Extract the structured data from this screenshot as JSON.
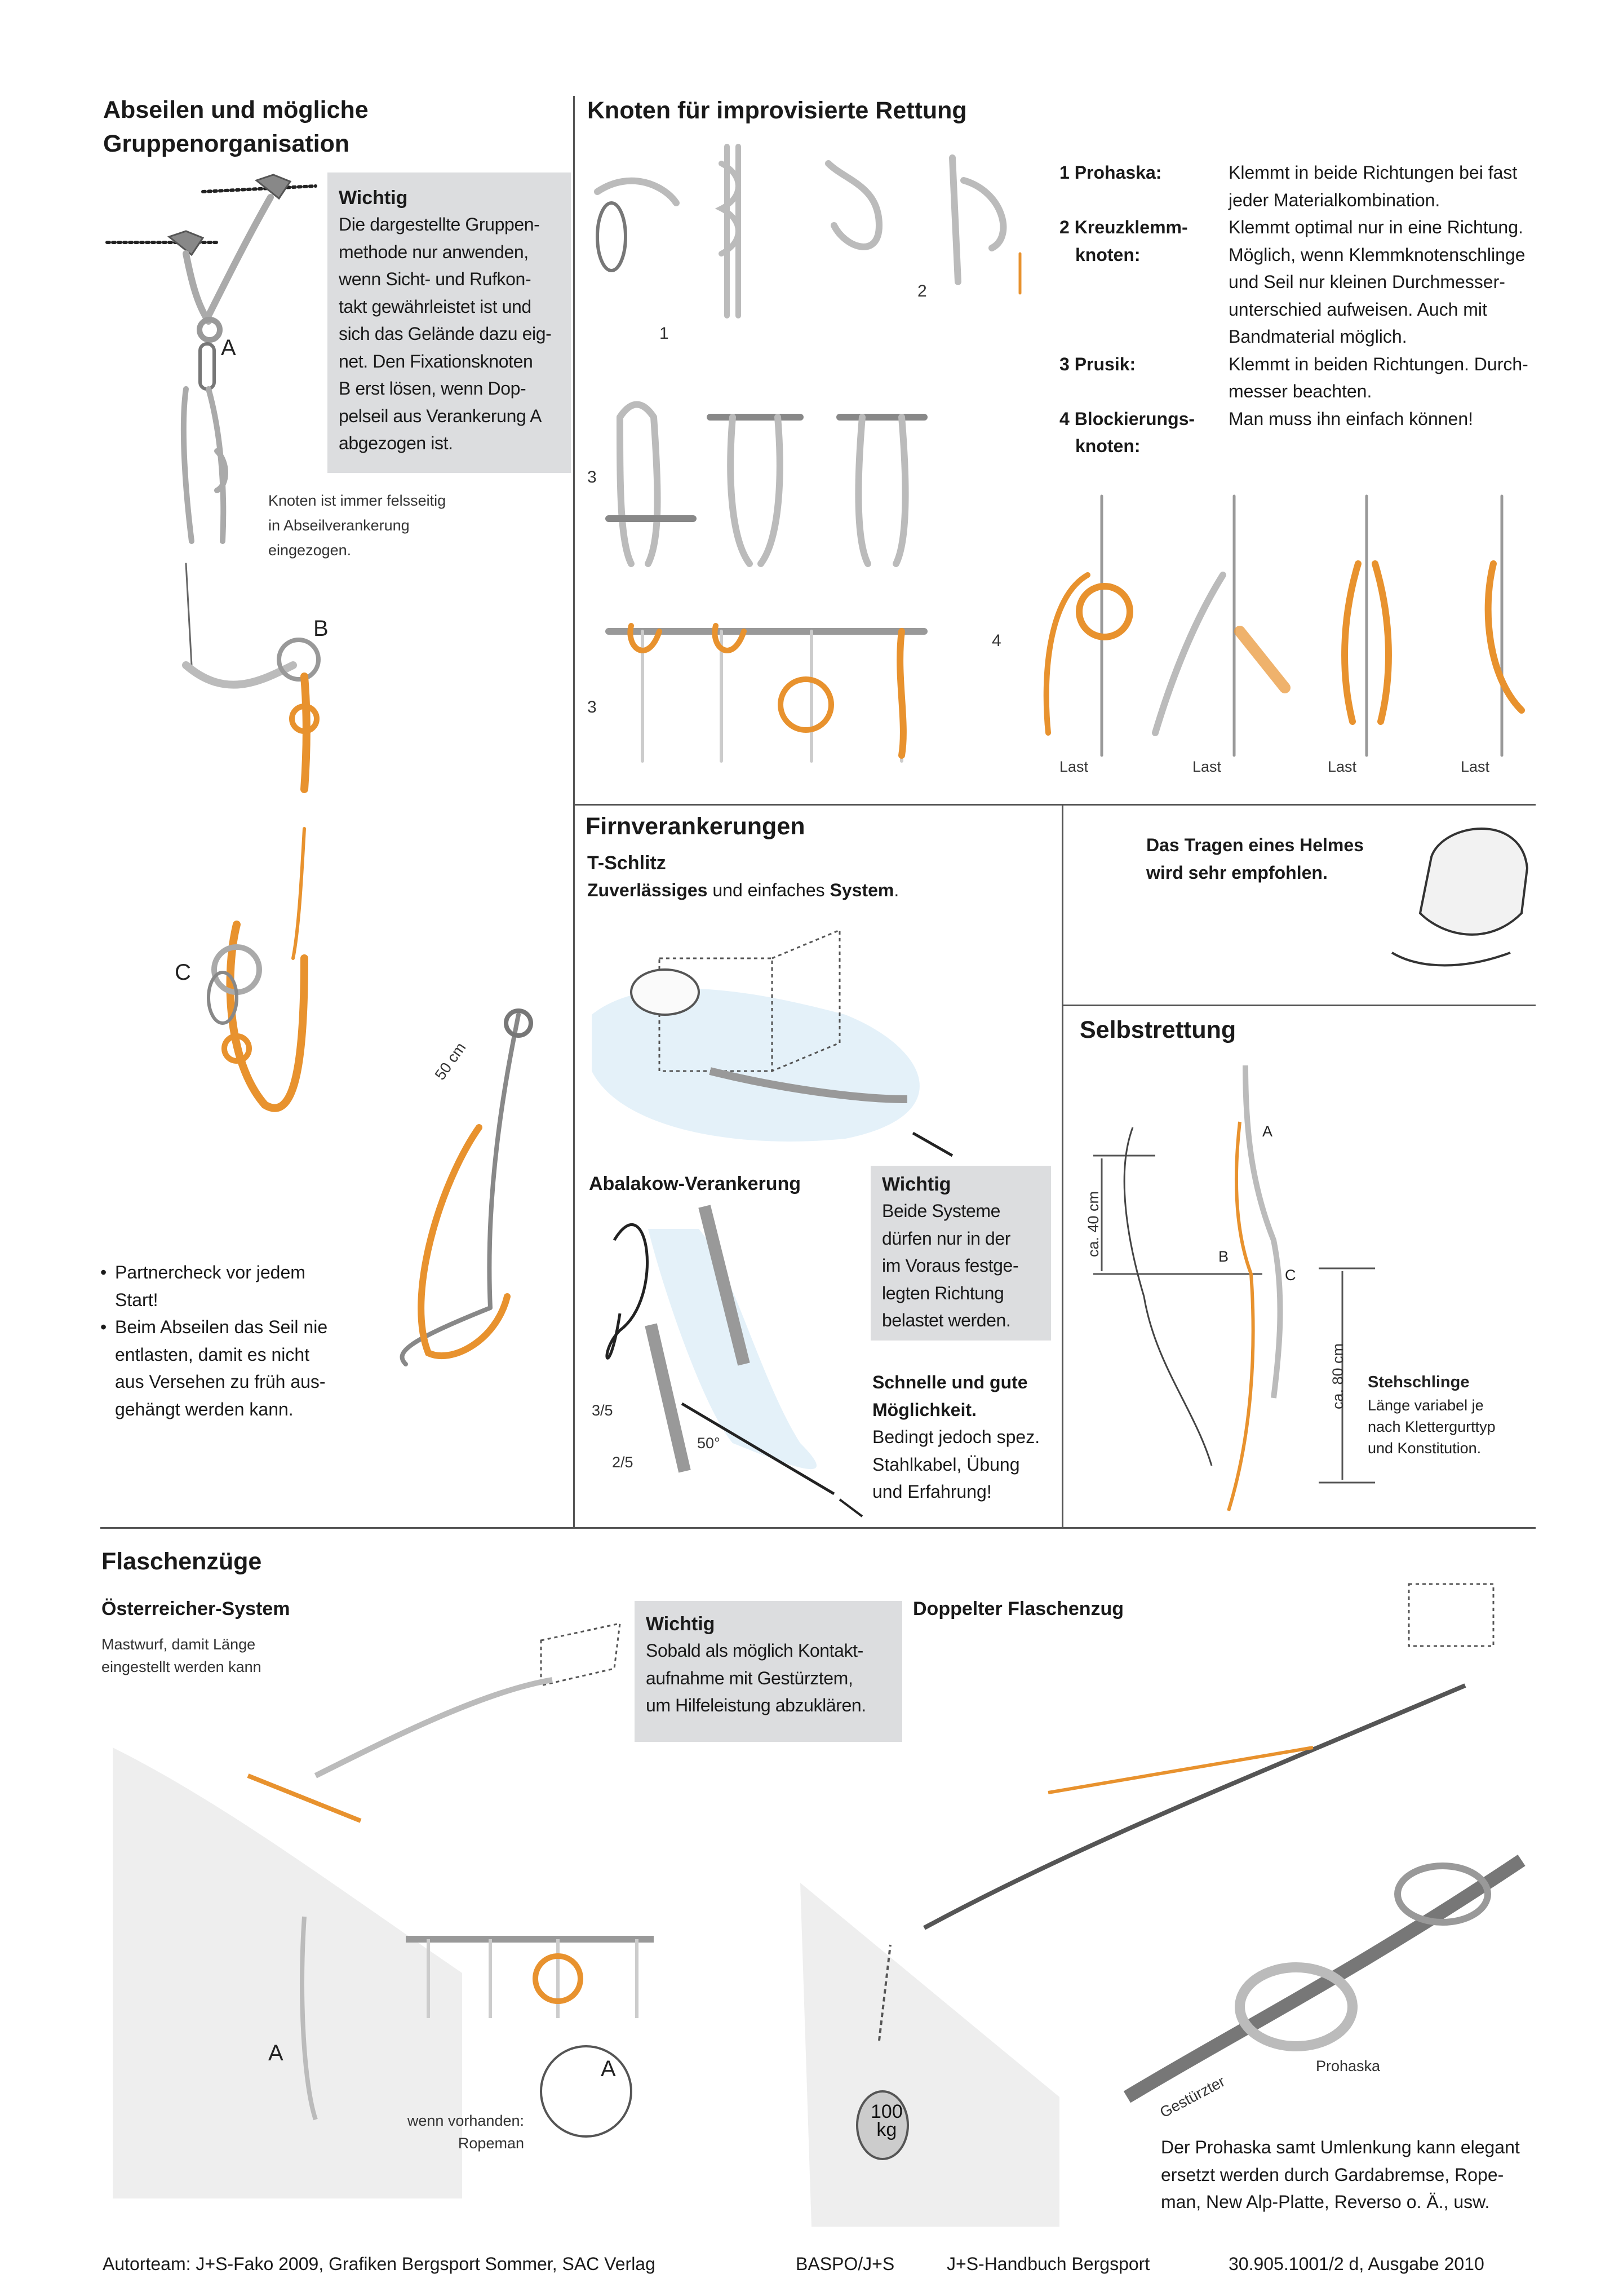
{
  "section_abseilen": {
    "title_line1": "Abseilen und mögliche",
    "title_line2": "Gruppenorganisation",
    "wichtig": {
      "heading": "Wichtig",
      "lines": [
        "Die dargestellte Gruppen-",
        "methode nur anwenden,",
        "wenn Sicht- und Rufkon-",
        "takt gewährleistet ist und",
        "sich das Gelände dazu eig-",
        "net. Den Fixationsknoten",
        "B erst lösen, wenn Dop-",
        "pelseil aus Verankerung A",
        "abgezogen ist."
      ]
    },
    "knot_note": [
      "Knoten ist immer felsseitig",
      "in Abseilverankerung",
      "eingezogen."
    ],
    "labels": {
      "a": "A",
      "b": "B",
      "c": "C",
      "length": "50 cm"
    },
    "bullets": [
      [
        "Partnercheck vor jedem",
        "Start!"
      ],
      [
        "Beim Abseilen das Seil nie",
        "entlasten, damit es nicht",
        "aus Versehen zu früh aus-",
        "gehängt werden kann."
      ]
    ]
  },
  "section_knoten": {
    "title": "Knoten für improvisierte Rettung",
    "figure_numbers": {
      "n1": "1",
      "n2": "2",
      "n3a": "3",
      "n3b": "3",
      "n4": "4"
    },
    "load_label": "Last",
    "definitions": [
      {
        "term": [
          "1 Prohaska:"
        ],
        "desc": [
          "Klemmt in beide Richtungen bei fast",
          "jeder Materialkombination."
        ]
      },
      {
        "term": [
          "2 Kreuzklemm-",
          "knoten:"
        ],
        "desc": [
          "Klemmt optimal nur in eine Richtung.",
          "Möglich, wenn Klemmknotenschlinge",
          "und Seil nur kleinen Durchmesser-",
          "unterschied aufweisen. Auch mit",
          "Bandmaterial möglich."
        ]
      },
      {
        "term": [
          "3 Prusik:"
        ],
        "desc": [
          "Klemmt in beiden Richtungen. Durch-",
          "messer beachten."
        ]
      },
      {
        "term": [
          "4 Blockierungs-",
          "knoten:"
        ],
        "desc": [
          "Man muss ihn einfach können!"
        ]
      }
    ]
  },
  "section_firn": {
    "title": "Firnverankerungen",
    "tschlitz": "T-Schlitz",
    "tschlitz_desc_bold1": "Zuverlässiges",
    "tschlitz_desc_mid": " und einfaches ",
    "tschlitz_desc_bold2": "System",
    "tschlitz_desc_end": ".",
    "abalakow": "Abalakow-Verankerung",
    "wichtig": {
      "heading": "Wichtig",
      "lines": [
        "Beide Systeme",
        "dürfen nur in der",
        "im Voraus festge-",
        "legten Richtung",
        "belastet werden."
      ]
    },
    "schnelle_bold": [
      "Schnelle und gute",
      "Möglichkeit."
    ],
    "schnelle_desc": [
      "Bedingt jedoch spez.",
      "Stahlkabel, Übung",
      "und Erfahrung!"
    ],
    "fractions": {
      "upper": "3/5",
      "lower": "2/5",
      "angle": "50°"
    }
  },
  "helmet_note": [
    "Das Tragen eines Helmes",
    "wird sehr empfohlen."
  ],
  "section_selbstrettung": {
    "title": "Selbstrettung",
    "labels": {
      "a": "A",
      "b": "B",
      "c": "C",
      "dim1": "ca. 40 cm",
      "dim2": "ca. 80 cm"
    },
    "stehschlinge": "Stehschlinge",
    "stehschlinge_desc": [
      "Länge variabel je",
      "nach Klettergurttyp",
      "und Konstitution."
    ]
  },
  "section_flaschenzuege": {
    "title": "Flaschenzüge",
    "oesterreicher": "Österreicher-System",
    "mastwurf": [
      "Mastwurf, damit Länge",
      "eingestellt werden kann"
    ],
    "wichtig": {
      "heading": "Wichtig",
      "lines": [
        "Sobald als möglich Kontakt-",
        "aufnahme mit Gestürztem,",
        "um Hilfeleistung abzuklären."
      ]
    },
    "labels": {
      "a1": "A",
      "a2": "A",
      "ropeman": [
        "wenn vorhanden:",
        "Ropeman"
      ]
    },
    "doppelter": "Doppelter Flaschenzug",
    "gestuerzter": "Gestürzter",
    "prohaska": "Prohaska",
    "weight": [
      "100",
      "kg"
    ],
    "prohaska_note": [
      "Der Prohaska samt Umlenkung kann elegant",
      "ersetzt werden durch Gardabremse, Rope-",
      "man, New Alp-Platte, Reverso o. Ä., usw."
    ]
  },
  "footer": {
    "credits": "Autorteam: J+S-Fako 2009, Grafiken Bergsport Sommer, SAC Verlag",
    "publisher": "BASPO/J+S",
    "book": "J+S-Handbuch Bergsport",
    "edition": "30.905.1001/2 d, Ausgabe 2010"
  },
  "colors": {
    "rope_orange": "#e8922e",
    "rope_gray": "#b8b9bc",
    "box_gray": "#dcdddf",
    "ice_blue": "#e4f1f9"
  }
}
